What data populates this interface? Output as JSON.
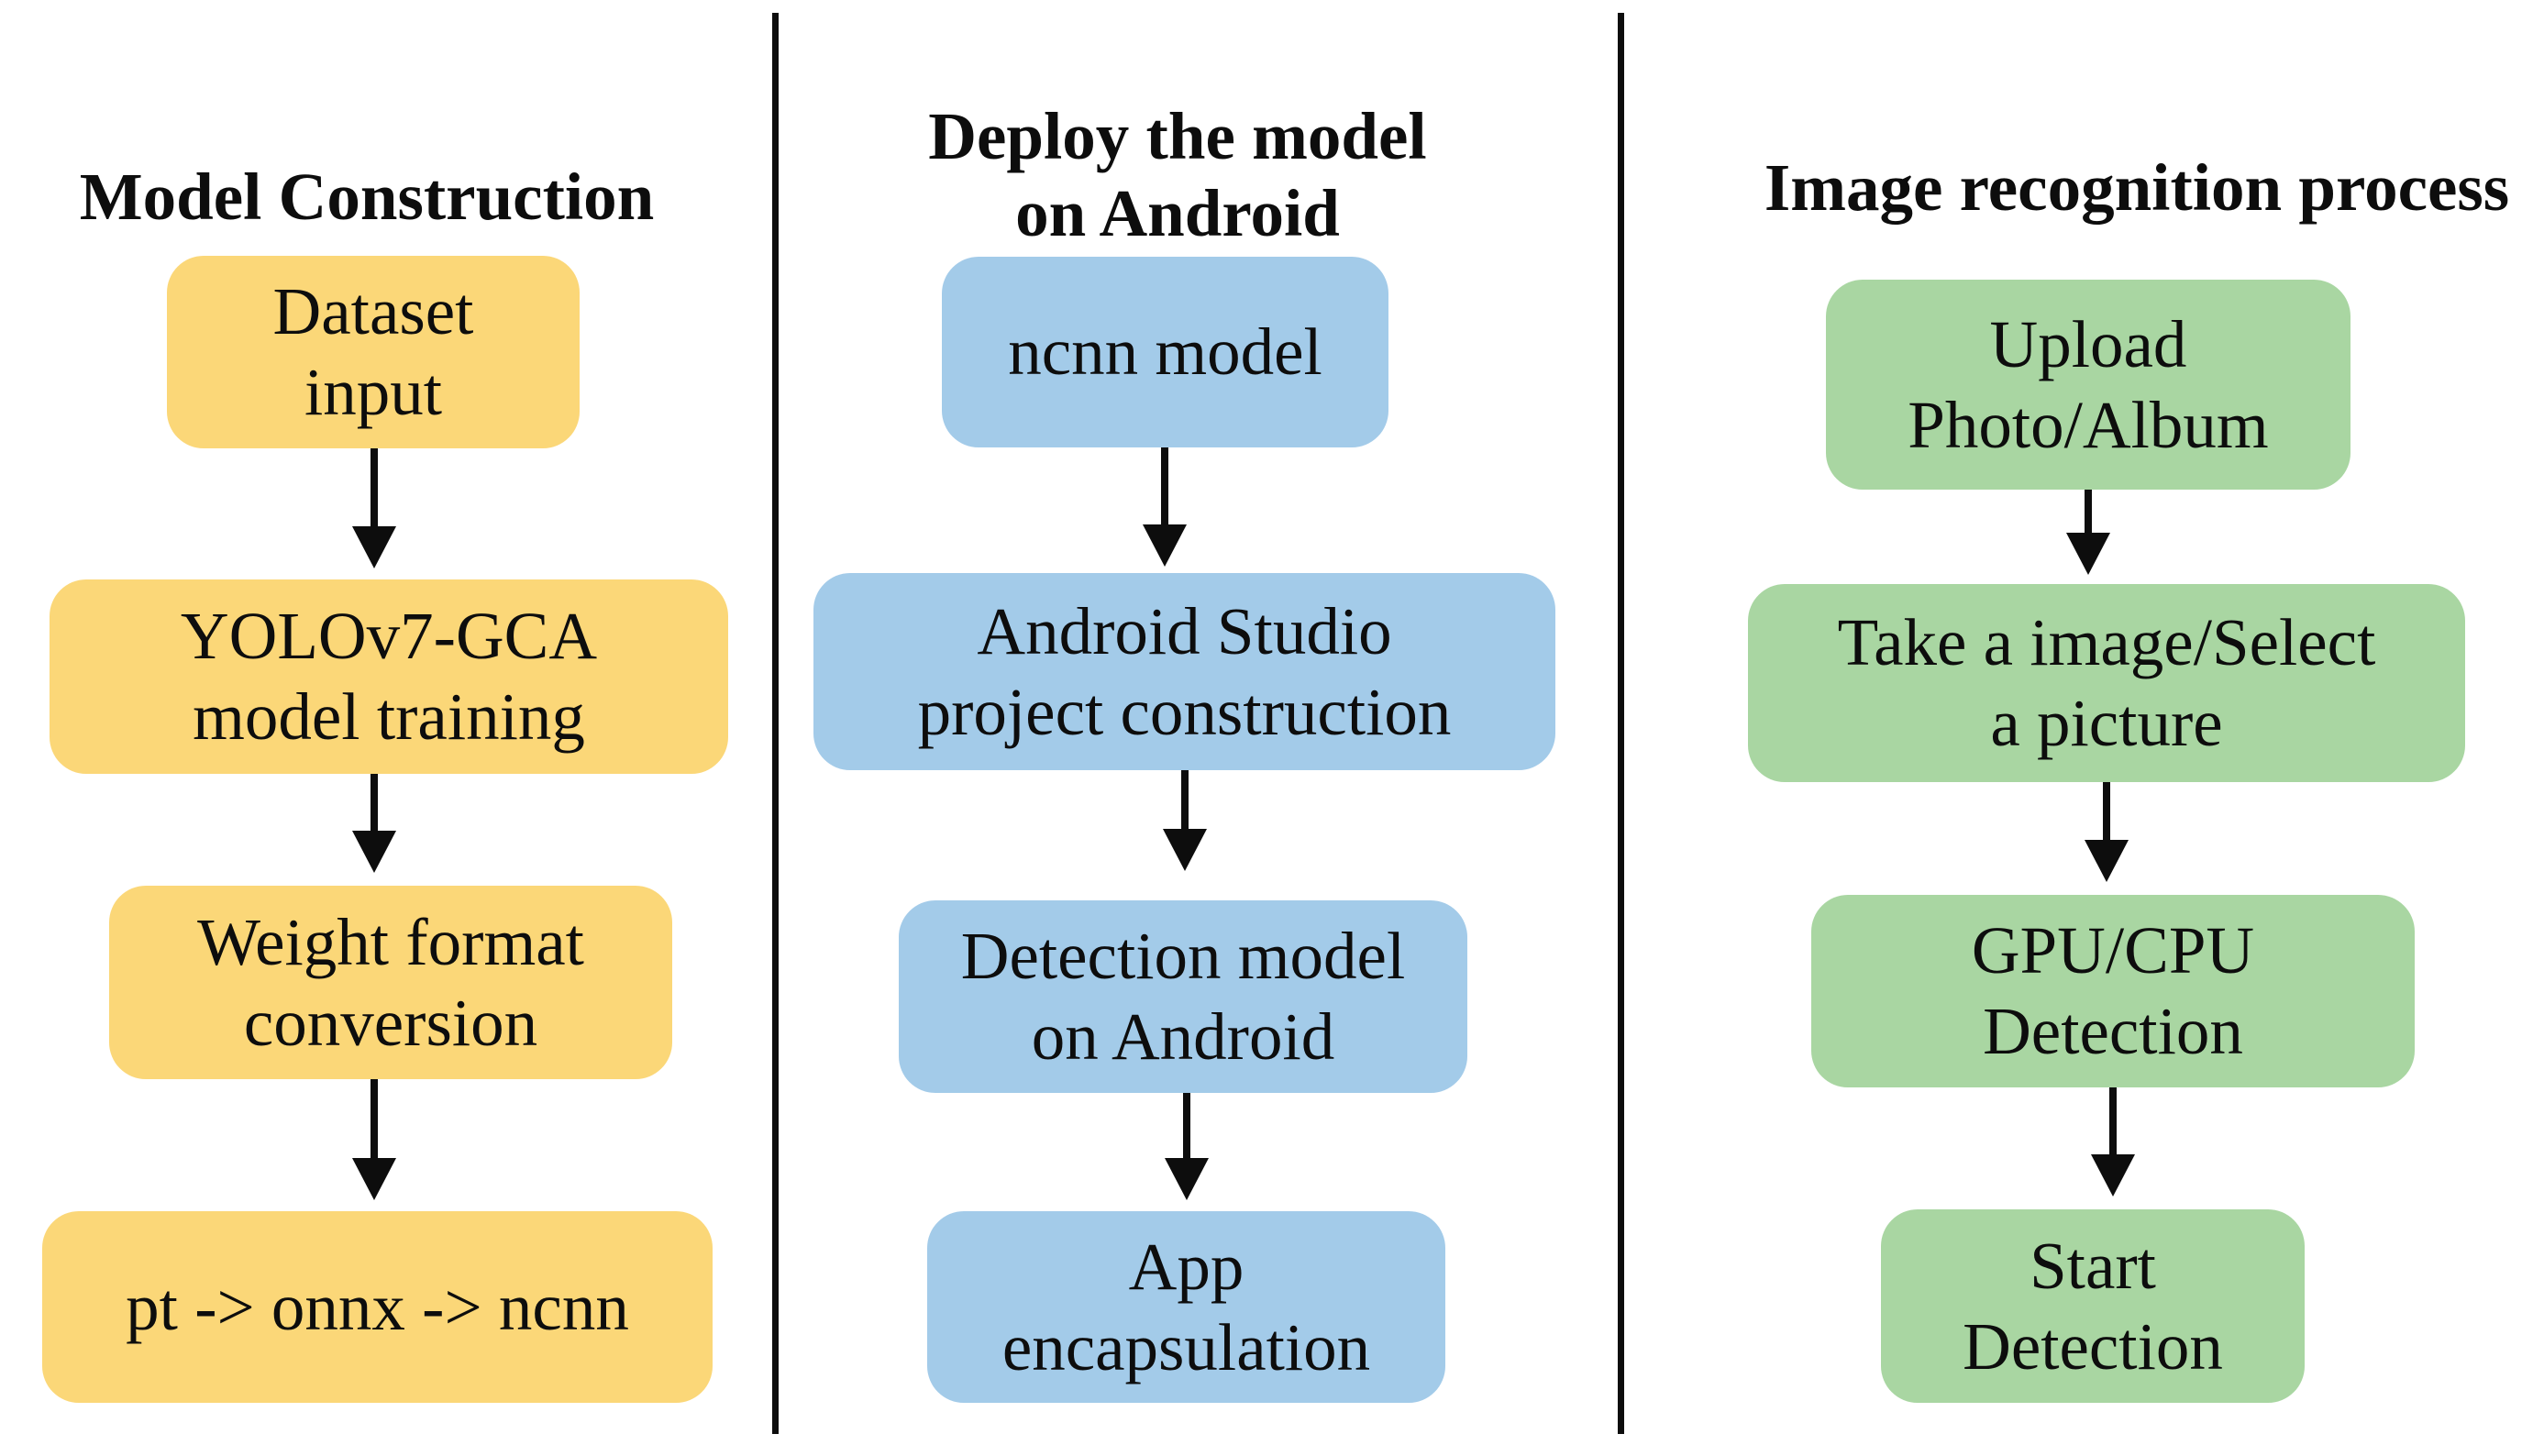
{
  "figure": {
    "type": "flowchart",
    "description": "Three-column process flow diagram"
  },
  "colors": {
    "yellow": "#fbd778",
    "blue": "#a3cbe9",
    "green": "#a9d6a2",
    "ink": "#0d0d0d",
    "background": "#ffffff"
  },
  "columns": [
    {
      "title": "Model Construction",
      "boxes": [
        "Dataset\ninput",
        "YOLOv7-GCA\nmodel training",
        "Weight format\nconversion",
        "pt -> onnx -> ncnn"
      ]
    },
    {
      "title": "Deploy the model\non Android",
      "boxes": [
        "ncnn model",
        "Android Studio\nproject construction",
        "Detection model\non Android",
        "App\nencapsulation"
      ]
    },
    {
      "title": "Image recognition process",
      "boxes": [
        "Upload\nPhoto/Album",
        "Take a image/Select\na picture",
        "GPU/CPU\nDetection",
        "Start\nDetection"
      ]
    }
  ]
}
